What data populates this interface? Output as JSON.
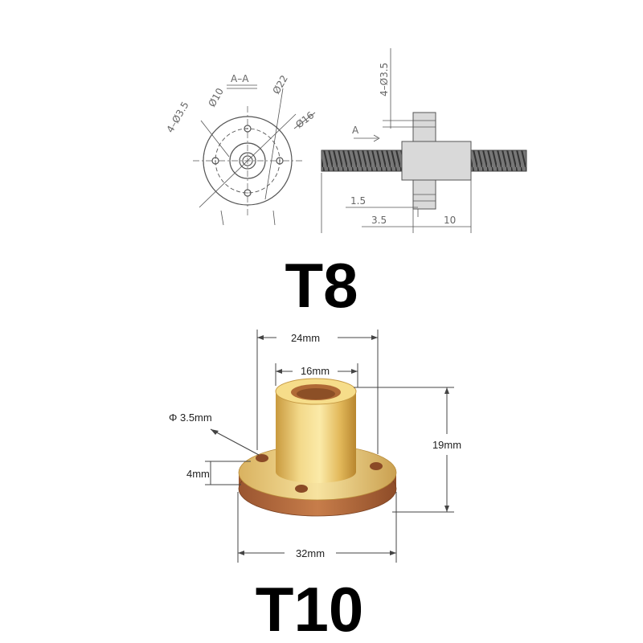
{
  "t8": {
    "heading": "T8",
    "front_view": {
      "section_label": "A–A",
      "holes_label": "4–Ø3.5",
      "bore_label": "Ø10",
      "outer_label": "Ø22",
      "pcd_label": "Ø16"
    },
    "side_view": {
      "holes_label": "4–Ø3.5",
      "section_marker": "A",
      "dim_a": "1.5",
      "dim_b": "3.5",
      "dim_c": "10"
    }
  },
  "t10": {
    "heading": "T10",
    "dims": {
      "top_width": "24mm",
      "boss_width": "16mm",
      "height": "19mm",
      "hole": "Φ 3.5mm",
      "flange_thickness": "4mm",
      "flange_diameter": "32mm"
    }
  },
  "colors": {
    "brass_light": "#f6dd8a",
    "brass_mid": "#e0b452",
    "brass_dark": "#a8782b",
    "copper": "#b86a3a",
    "line": "#555555"
  }
}
